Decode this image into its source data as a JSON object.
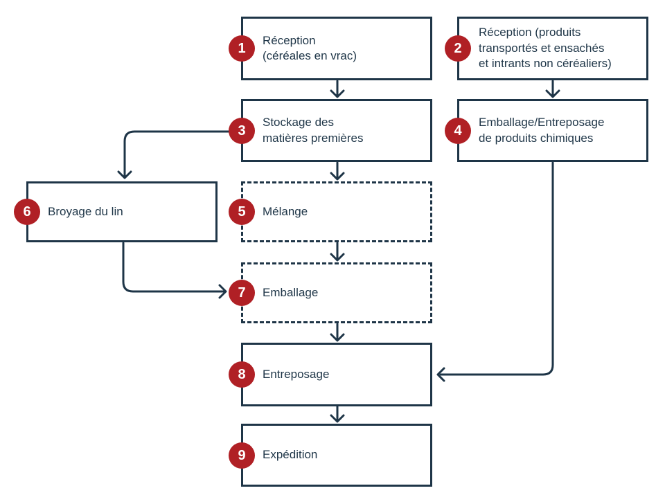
{
  "colors": {
    "line_navy": "#1e3547",
    "badge_red": "#b02025",
    "badge_number_white": "#ffffff",
    "background": "#ffffff"
  },
  "diagram": {
    "type": "flowchart",
    "language": "fr",
    "nodes": [
      {
        "number": "1",
        "label": "Réception\n(céréales en vrac)",
        "style": "solid"
      },
      {
        "number": "2",
        "label": "Réception (produits\ntransportés et ensachés\net intrants non céréaliers)",
        "style": "solid"
      },
      {
        "number": "3",
        "label": "Stockage des\nmatières premières",
        "style": "solid"
      },
      {
        "number": "4",
        "label": "Emballage/Entreposage\nde produits chimiques",
        "style": "solid"
      },
      {
        "number": "5",
        "label": "Mélange",
        "style": "dashed"
      },
      {
        "number": "6",
        "label": "Broyage du lin",
        "style": "solid"
      },
      {
        "number": "7",
        "label": "Emballage",
        "style": "dashed"
      },
      {
        "number": "8",
        "label": "Entreposage",
        "style": "solid"
      },
      {
        "number": "9",
        "label": "Expédition",
        "style": "solid"
      }
    ],
    "edges": [
      {
        "from": "1",
        "to": "3"
      },
      {
        "from": "2",
        "to": "4"
      },
      {
        "from": "3",
        "to": "5"
      },
      {
        "from": "3",
        "to": "6"
      },
      {
        "from": "5",
        "to": "7"
      },
      {
        "from": "6",
        "to": "7"
      },
      {
        "from": "7",
        "to": "8"
      },
      {
        "from": "4",
        "to": "8"
      },
      {
        "from": "8",
        "to": "9"
      }
    ]
  }
}
